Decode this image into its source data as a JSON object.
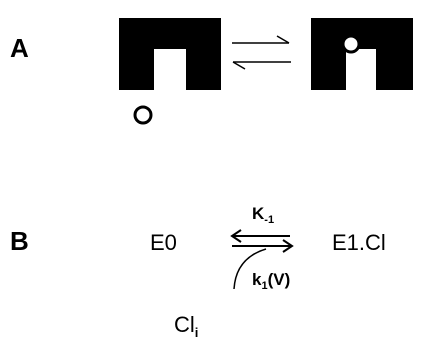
{
  "panel_a": {
    "label": "A"
  },
  "panel_b": {
    "label": "B",
    "state_left": "E0",
    "state_right": "E1.Cl",
    "rate_reverse": {
      "base": "K",
      "sub": "-1"
    },
    "rate_forward": {
      "base": "k",
      "sub": "1",
      "suffix": "(V)"
    },
    "ion": {
      "base": "Cl",
      "sub": "i"
    }
  },
  "colors": {
    "ink": "#000000",
    "background": "#ffffff"
  }
}
